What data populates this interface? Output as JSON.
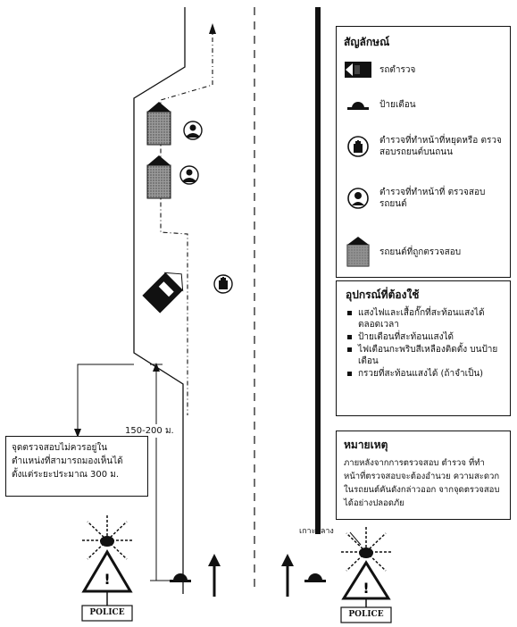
{
  "legend": {
    "title": "สัญลักษณ์",
    "items": [
      {
        "icon": "police-car-icon",
        "label": "รถตำรวจ"
      },
      {
        "icon": "warning-light-icon",
        "label": "ป้ายเตือน"
      },
      {
        "icon": "officer-stop-hand-icon",
        "label": "ตำรวจที่ทำหน้าที่หยุดหรือ ตรวจสอบรถยนต์บนถนน"
      },
      {
        "icon": "officer-icon",
        "label": "ตำรวจที่ทำหน้าที่ ตรวจสอบรถยนต์"
      },
      {
        "icon": "inspected-car-icon",
        "label": "รถยนต์ที่ถูกตรวจสอบ"
      }
    ]
  },
  "equipment": {
    "title": "อุปกรณ์ที่ต้องใช้",
    "items": [
      "แสงไฟและเสื้อกั๊กที่สะท้อนแสงได้ ตลอดเวลา",
      "ป้ายเตือนที่สะท้อนแสงได้",
      "ไฟเตือนกะพริบสีเหลืองติดตั้ง บนป้ายเตือน",
      "กรวยที่สะท้อนแสงได้ (ถ้าจำเป็น)"
    ]
  },
  "note": {
    "title": "หมายเหตุ",
    "text": "ภายหลังจากการตรวจสอบ ตำรวจ ที่ทำหน้าที่ตรวจสอบจะต้องอำนวย ความสะดวกในรถยนต์คันดังกล่าวออก จากจุดตรวจสอบได้อย่างปลอดภัย"
  },
  "checkpoint_note": "จุดตรวจสอบไม่ควรอยู่ใน ตำแหน่งที่สามารถมองเห็นได้ ตั้งแต่ระยะประมาณ 300 ม.",
  "distance_label": "150-200 ม.",
  "median_label": "เกาะกลาง",
  "police_sign_left": "POLICE",
  "police_sign_right": "POLICE",
  "colors": {
    "ink": "#111111",
    "car_fill": "#8a8a8a",
    "background": "#ffffff"
  }
}
